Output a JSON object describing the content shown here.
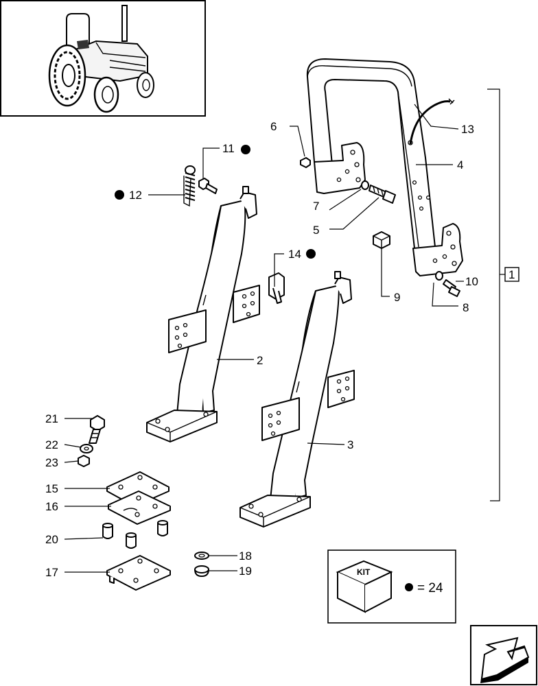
{
  "labels": {
    "l1": "1",
    "l2": "2",
    "l3": "3",
    "l4": "4",
    "l5": "5",
    "l6": "6",
    "l7": "7",
    "l8": "8",
    "l9": "9",
    "l10": "10",
    "l11": "11",
    "l12": "12",
    "l13": "13",
    "l14": "14",
    "l15": "15",
    "l16": "16",
    "l17": "17",
    "l18": "18",
    "l19": "19",
    "l20": "20",
    "l21": "21",
    "l22": "22",
    "l23": "23"
  },
  "kit": {
    "box_text": "KIT",
    "legend": "= 24"
  },
  "icons": {
    "kit_marker": "filled-dot",
    "navigation": "arrow-next-icon",
    "thumbnail": "tractor-icon"
  }
}
